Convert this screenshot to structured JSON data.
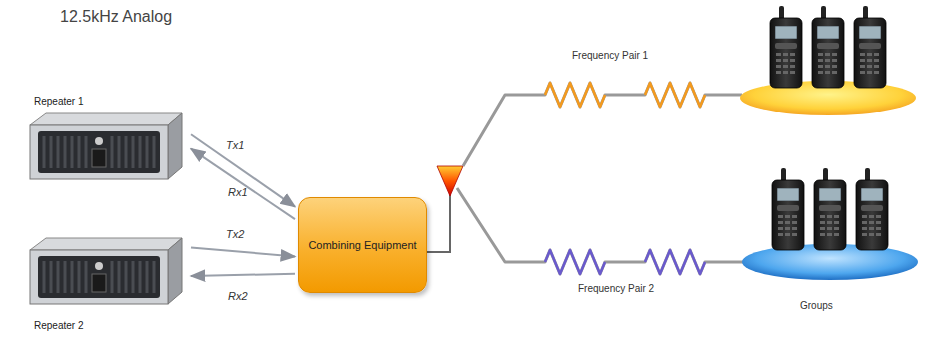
{
  "diagram": {
    "title": "12.5kHz Analog",
    "nodes": [
      {
        "text": [
          "Repeater 1"
        ]
      },
      {
        "text": [
          "Repeater 2"
        ]
      },
      {
        "text": [
          "Combining Equipment"
        ]
      }
    ],
    "edges": [
      {
        "from": 0,
        "to": 2,
        "label": "Tx1",
        "arrow": "to"
      },
      {
        "from": 2,
        "to": 0,
        "label": "Rx1",
        "arrow": "to"
      },
      {
        "from": 1,
        "to": 2,
        "label": "Tx2",
        "arrow": "to"
      },
      {
        "from": 2,
        "to": 1,
        "label": "Rx2",
        "arrow": "to"
      }
    ],
    "labels": [
      "Frequency Pair 1",
      "Frequency Pair 2",
      "Groups"
    ]
  }
}
